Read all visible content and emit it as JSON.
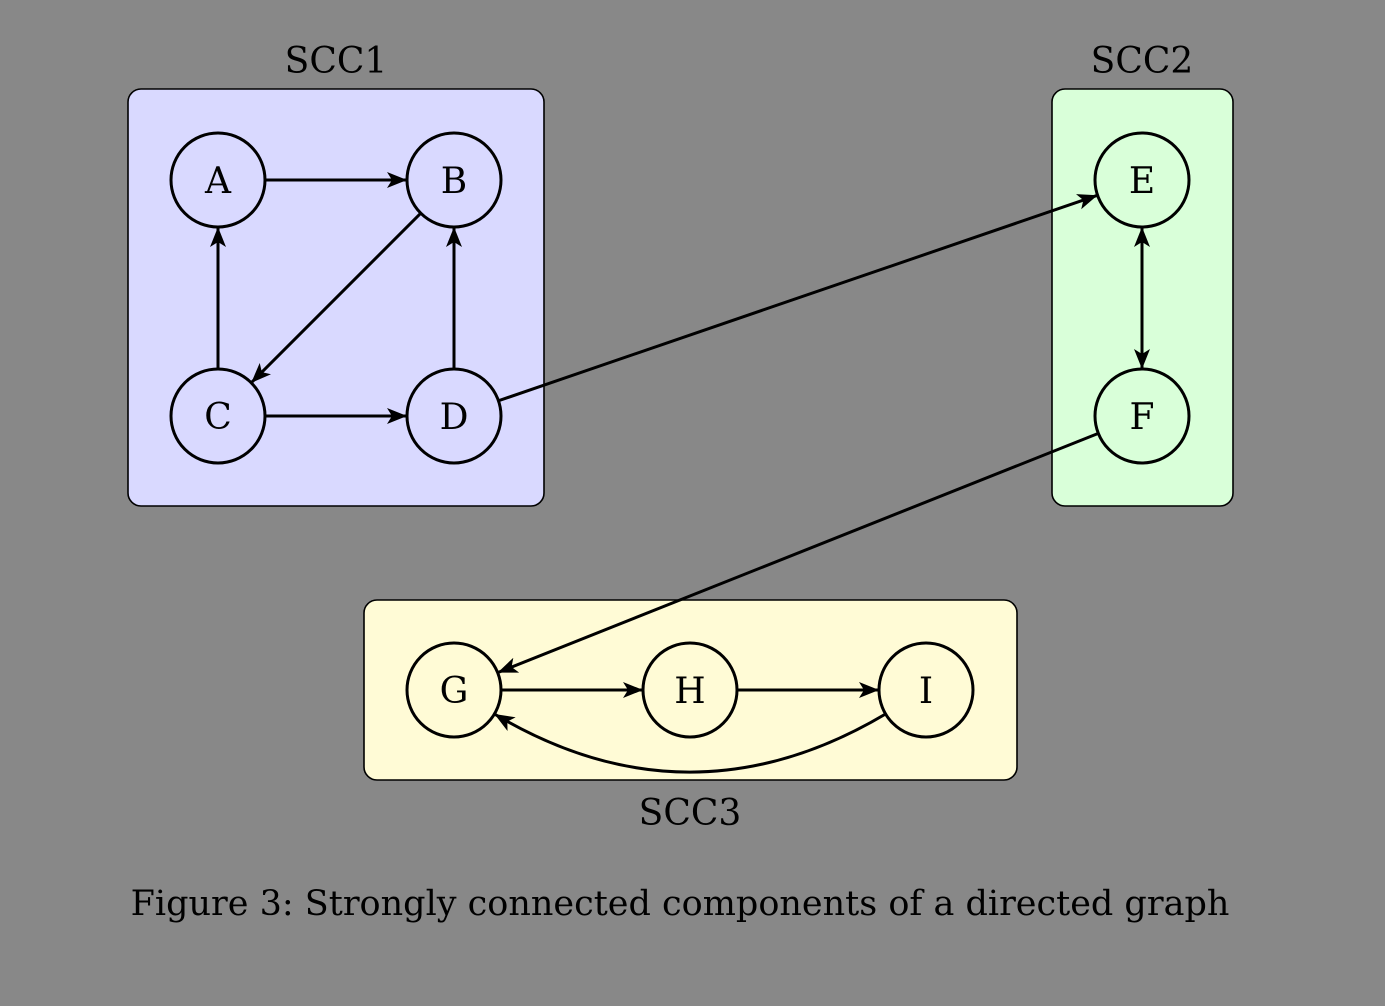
{
  "colors": {
    "background": "#888888",
    "scc1_fill": "#d9d9ff",
    "scc2_fill": "#d9ffd9",
    "scc3_fill": "#fffbd6",
    "stroke": "#000000"
  },
  "components": [
    {
      "id": "scc1",
      "label": "SCC1",
      "fill": "#d9d9ff"
    },
    {
      "id": "scc2",
      "label": "SCC2",
      "fill": "#d9ffd9"
    },
    {
      "id": "scc3",
      "label": "SCC3",
      "fill": "#fffbd6"
    }
  ],
  "nodes": [
    {
      "id": "A",
      "label": "A",
      "component": "SCC1"
    },
    {
      "id": "B",
      "label": "B",
      "component": "SCC1"
    },
    {
      "id": "C",
      "label": "C",
      "component": "SCC1"
    },
    {
      "id": "D",
      "label": "D",
      "component": "SCC1"
    },
    {
      "id": "E",
      "label": "E",
      "component": "SCC2"
    },
    {
      "id": "F",
      "label": "F",
      "component": "SCC2"
    },
    {
      "id": "G",
      "label": "G",
      "component": "SCC3"
    },
    {
      "id": "H",
      "label": "H",
      "component": "SCC3"
    },
    {
      "id": "I",
      "label": "I",
      "component": "SCC3"
    }
  ],
  "edges": [
    {
      "from": "A",
      "to": "B"
    },
    {
      "from": "B",
      "to": "C"
    },
    {
      "from": "C",
      "to": "A"
    },
    {
      "from": "C",
      "to": "D"
    },
    {
      "from": "D",
      "to": "B"
    },
    {
      "from": "D",
      "to": "E"
    },
    {
      "from": "E",
      "to": "F"
    },
    {
      "from": "F",
      "to": "E"
    },
    {
      "from": "F",
      "to": "G"
    },
    {
      "from": "G",
      "to": "H"
    },
    {
      "from": "H",
      "to": "I"
    },
    {
      "from": "I",
      "to": "G",
      "curved": true
    }
  ],
  "caption": "Figure 3: Strongly connected components of a directed graph"
}
